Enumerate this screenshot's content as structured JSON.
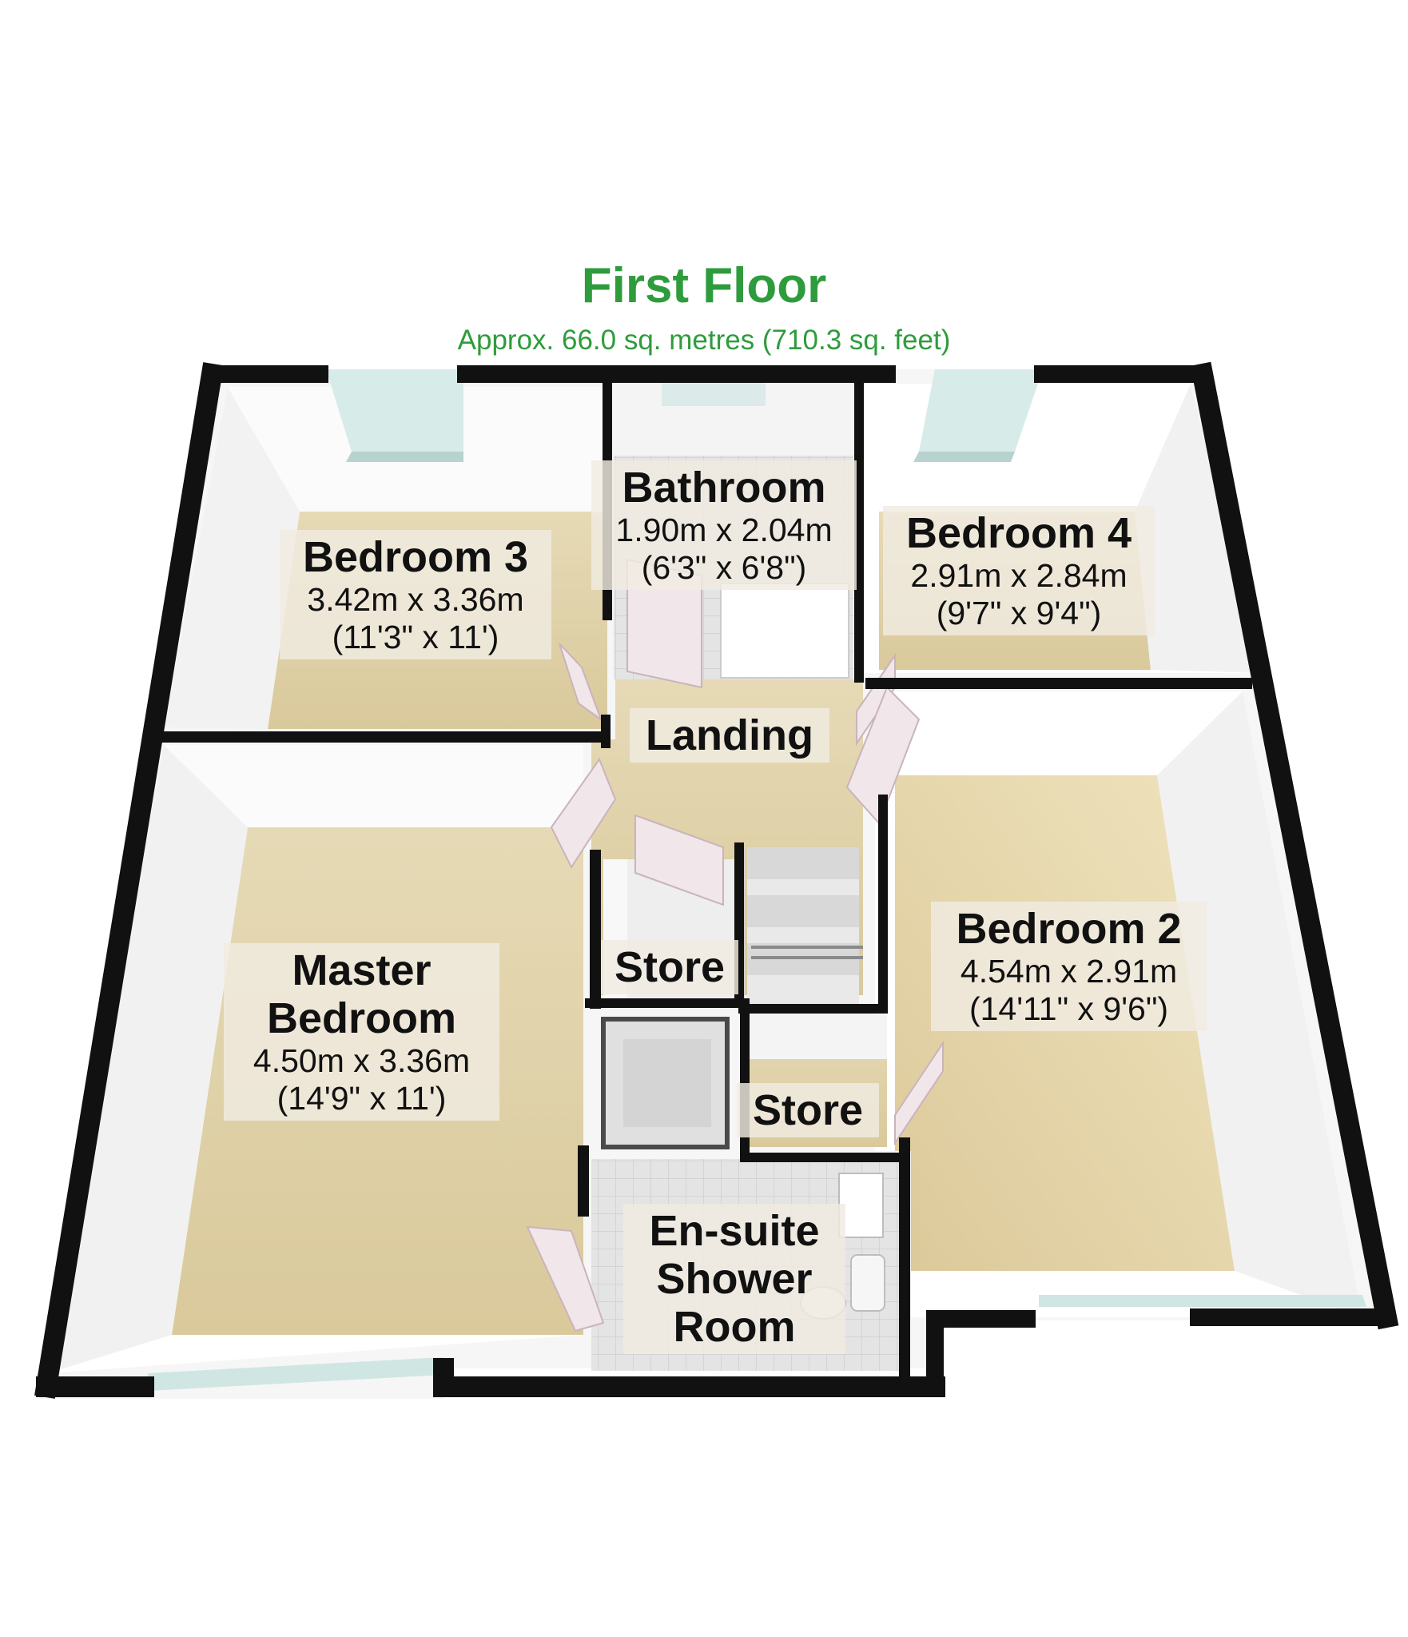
{
  "floor": {
    "title": "First Floor",
    "subtitle": "Approx. 66.0 sq. metres (710.3 sq. feet)"
  },
  "colors": {
    "title_green": "#2e9c3c",
    "wall": "#111111",
    "carpet": "#e2d4aa",
    "tile": "#dcdcdc",
    "wall_inner": "#f8f8f8",
    "window_glass": "#cfe6e2"
  },
  "rooms": {
    "bedroom3": {
      "name": "Bedroom 3",
      "dim_metric": "3.42m x 3.36m",
      "dim_imperial": "(11'3\" x 11')"
    },
    "bathroom": {
      "name": "Bathroom",
      "dim_metric": "1.90m x 2.04m",
      "dim_imperial": "(6'3\" x 6'8\")"
    },
    "bedroom4": {
      "name": "Bedroom 4",
      "dim_metric": "2.91m x 2.84m",
      "dim_imperial": "(9'7\" x 9'4\")"
    },
    "landing": {
      "name": "Landing"
    },
    "master": {
      "name_line1": "Master",
      "name_line2": "Bedroom",
      "dim_metric": "4.50m x 3.36m",
      "dim_imperial": "(14'9\" x 11')"
    },
    "store1": {
      "name": "Store"
    },
    "bedroom2": {
      "name": "Bedroom 2",
      "dim_metric": "4.54m x 2.91m",
      "dim_imperial": "(14'11\" x 9'6\")"
    },
    "store2": {
      "name": "Store"
    },
    "ensuite": {
      "name_line1": "En-suite",
      "name_line2": "Shower",
      "name_line3": "Room"
    }
  }
}
